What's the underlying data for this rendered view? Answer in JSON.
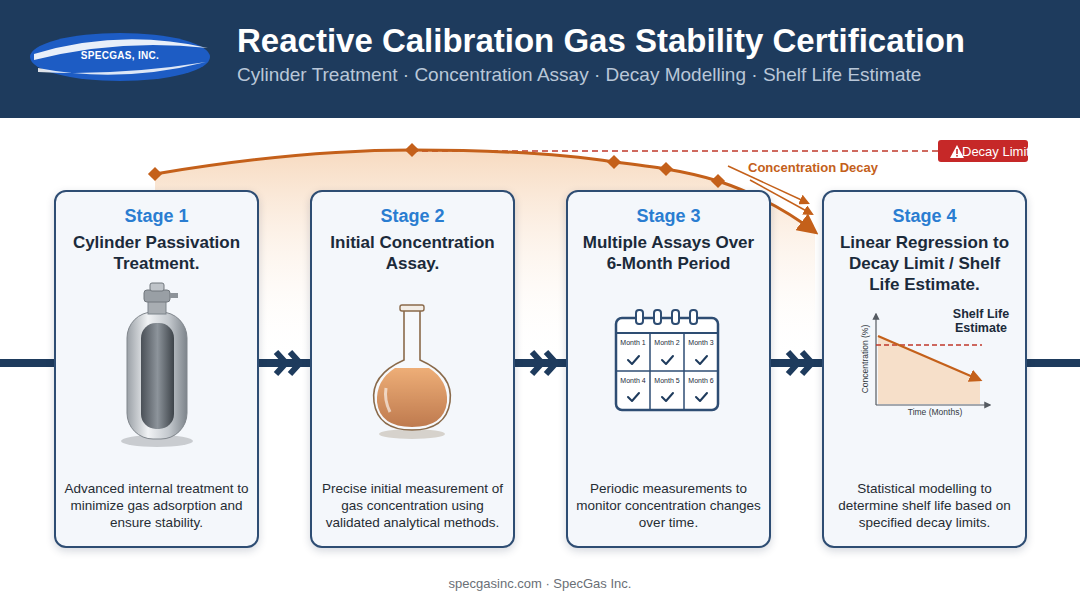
{
  "diagram": {
    "title": "Reactive Calibration Gas Stability Certification",
    "caption": "specgasinc.com · SpecGas Inc.",
    "nodes": [
      {
        "text": [
          "SPECGAS, INC."
        ]
      },
      {
        "text": [
          "Decay Limit"
        ]
      },
      {
        "text": [
          "Stage 1",
          "Cylinder Passivation Treatment.",
          "Advanced internal treatment to minimize gas adsorption and ensure stability."
        ]
      },
      {
        "text": [
          "Stage 2",
          "Initial Concentration Assay.",
          "Precise initial measurement of gas concentration using validated analytical methods."
        ]
      },
      {
        "text": [
          "Stage 3",
          "Multiple Assays Over 6-Month Period",
          "Periodic measurements to monitor concentration changes over time."
        ]
      },
      {
        "text": [
          "Stage 4",
          "Linear Regression to Decay Limit / Shelf Life Estimate.",
          "Statistical modelling to determine shelf life based on specified decay limits."
        ]
      }
    ],
    "edges": [
      {
        "from": 2,
        "to": 3,
        "arrow": "to"
      },
      {
        "from": 3,
        "to": 4,
        "arrow": "to"
      },
      {
        "from": 4,
        "to": 5,
        "arrow": "to"
      }
    ],
    "labels": [
      "Cylinder Treatment · Concentration Assay · Decay Modelling · Shelf Life Estimate",
      "Concentration Decay",
      "Month 1",
      "Month 2",
      "Month 3",
      "Month 4",
      "Month 5",
      "Month 6",
      "Shelf Life Estimate",
      "Concentration (%)",
      "Time (Months)"
    ]
  }
}
